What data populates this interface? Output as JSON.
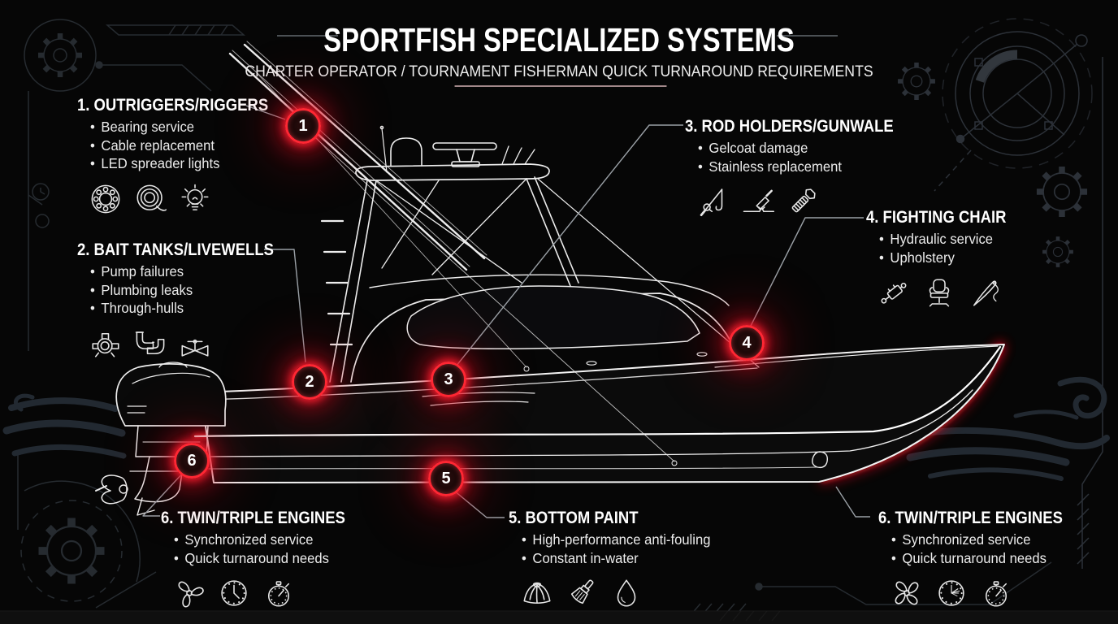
{
  "header": {
    "title": "SPORTFISH SPECIALIZED SYSTEMS",
    "subtitle": "CHARTER OPERATOR / TOURNAMENT FISHERMAN QUICK TURNAROUND REQUIREMENTS"
  },
  "colors": {
    "background": "#060606",
    "accent_red": "#ff2633",
    "glow_red": "#d60f1e",
    "line_white": "#f2f2f2",
    "decor_gray": "#262b30",
    "wave_gray": "#222931"
  },
  "markers": [
    {
      "label": "1"
    },
    {
      "label": "2"
    },
    {
      "label": "3"
    },
    {
      "label": "4"
    },
    {
      "label": "5"
    },
    {
      "label": "6"
    }
  ],
  "callouts": [
    {
      "id": "outriggers",
      "title": "1. OUTRIGGERS/RIGGERS",
      "bullets": [
        "Bearing service",
        "Cable replacement",
        "LED spreader lights"
      ],
      "icons": [
        "bearing-icon",
        "cable-coil-icon",
        "light-bulb-icon"
      ]
    },
    {
      "id": "bait-tanks",
      "title": "2. BAIT TANKS/LIVEWELLS",
      "bullets": [
        "Pump failures",
        "Plumbing leaks",
        "Through-hulls"
      ],
      "icons": [
        "pump-icon",
        "pipe-elbow-icon",
        "valve-icon"
      ]
    },
    {
      "id": "rod-holders",
      "title": "3. ROD HOLDERS/GUNWALE",
      "bullets": [
        "Gelcoat damage",
        "Stainless replacement"
      ],
      "icons": [
        "fishing-rod-icon",
        "gelcoat-repair-icon",
        "bolt-icon"
      ]
    },
    {
      "id": "fighting-chair",
      "title": "4. FIGHTING CHAIR",
      "bullets": [
        "Hydraulic service",
        "Upholstery"
      ],
      "icons": [
        "hydraulic-cylinder-icon",
        "fighting-chair-icon",
        "needle-thread-icon"
      ]
    },
    {
      "id": "bottom-paint",
      "title": "5. BOTTOM PAINT",
      "bullets": [
        "High-performance anti-fouling",
        "Constant in-water"
      ],
      "icons": [
        "barnacle-icon",
        "paintbrush-icon",
        "water-droplet-icon"
      ]
    },
    {
      "id": "engines-left",
      "title": "6. TWIN/TRIPLE ENGINES",
      "bullets": [
        "Synchronized service",
        "Quick turnaround needs"
      ],
      "icons": [
        "propeller-icon",
        "clock-icon",
        "stopwatch-icon"
      ]
    },
    {
      "id": "engines-right",
      "title": "6. TWIN/TRIPLE ENGINES",
      "bullets": [
        "Synchronized service",
        "Quick turnaround needs"
      ],
      "icons": [
        "propeller-icon",
        "clock-icon",
        "stopwatch-icon"
      ]
    }
  ]
}
